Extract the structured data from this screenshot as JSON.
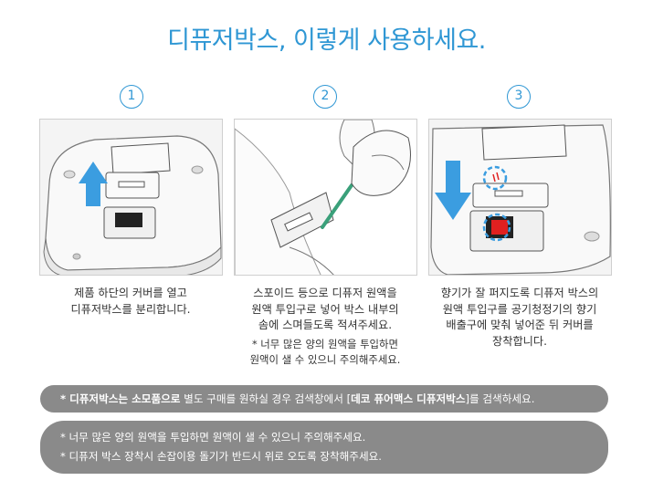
{
  "title": "디퓨저박스, 이렇게 사용하세요.",
  "steps": [
    {
      "number": "1",
      "caption": [
        "제품 하단의 커버를 열고",
        "디퓨저박스를 분리합니다."
      ]
    },
    {
      "number": "2",
      "caption": [
        "스포이드 등으로 디퓨저 원액을",
        "원액 투입구로 넣어 박스 내부의",
        "솜에 스며들도록 적셔주세요."
      ],
      "note": [
        "* 너무 많은 양의 원액을 투입하면",
        "원액이 샐 수 있으니 주의해주세요."
      ]
    },
    {
      "number": "3",
      "caption": [
        "향기가 잘 퍼지도록 디퓨저 박스의",
        "원액 투입구를 공기청정기의 향기",
        "배출구에 맞춰 넣어준 뒤 커버를",
        "장착합니다."
      ]
    }
  ],
  "notice_bar": {
    "prefix_bold": "* 디퓨저박스는 소모품으로",
    "middle": " 별도 구매를 원하실 경우 검색창에서 [",
    "keyword_bold": "데코 퓨어맥스 디퓨저박스",
    "suffix": "]를 검색하세요."
  },
  "caution_bar": {
    "lines": [
      "*  너무 많은 양의 원액을 투입하면 원액이 샐 수 있으니 주의해주세요.",
      "* 디퓨저 박스 장착시 손잡이용 돌기가 반드시 위로 오도록 장착해주세요."
    ]
  },
  "colors": {
    "accent": "#2f97d4",
    "bar": "#8a8a8a",
    "arrow": "#3b9de0",
    "highlight": "#e02020"
  }
}
